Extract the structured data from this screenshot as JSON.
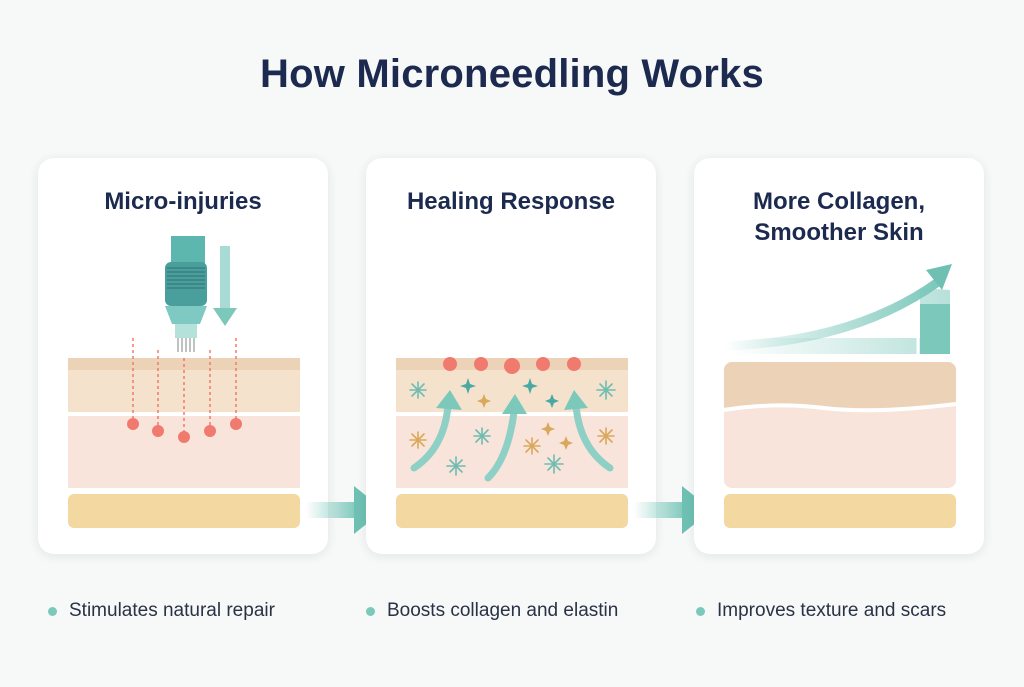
{
  "title": "How Microneedling Works",
  "steps": [
    {
      "title": "Micro-injuries",
      "bullet": "Stimulates natural repair"
    },
    {
      "title": "Healing Response",
      "bullet": "Boosts collagen and elastin"
    },
    {
      "title": "More Collagen,\nSmoother Skin",
      "bullet": "Improves texture and scars"
    }
  ],
  "colors": {
    "heading": "#1b2a4e",
    "accent_teal": "#7cc8bb",
    "injury_red": "#f07a6e",
    "epidermis": "#f1dcc4",
    "dermis": "#f7e1d6",
    "fat_layer": "#f3d59e"
  },
  "icons": [
    "microneedling-pen-icon",
    "down-arrow-icon",
    "sparkle-icon",
    "growth-arrow-icon",
    "right-arrow-icon"
  ]
}
